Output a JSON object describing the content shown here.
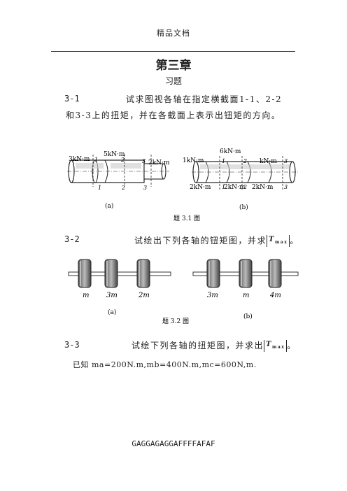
{
  "header": {
    "watermark": "精品文档"
  },
  "chapter": {
    "title": "第三章",
    "subtitle": "习题"
  },
  "problems": [
    {
      "num": "3-1",
      "line1": "试求图视各轴在指定横截面1-1、2-2",
      "line2": "和3-3上的扭矩，并在各截面上表示出钮矩的方向。"
    },
    {
      "num": "3-2",
      "text": "试绘出下列各轴的钮矩图，并求",
      "end": "。"
    },
    {
      "num": "3-3",
      "text": "试绘下列各轴的扭矩图，并求出",
      "end": "。",
      "given": "已知 ma=200N.m,mb=400N.m,mc=600N,m."
    }
  ],
  "tmax_symbol": {
    "main": "T",
    "sub": "max"
  },
  "figure1": {
    "a": {
      "left_load": "3kN·m",
      "mid_load": "5kN·m",
      "right_load": "2kN·m",
      "label": "(a)",
      "sections": [
        "1",
        "2",
        "3"
      ]
    },
    "b": {
      "load1": "1kN·m",
      "load2": "6kN·m",
      "load3": "kN·m",
      "load4": "2kN·m",
      "load5": "2kN·m",
      "load6": "2kN·m",
      "label": "(b)",
      "sections": [
        "1",
        "2",
        "3"
      ]
    },
    "caption": "题 3.1 图"
  },
  "figure2": {
    "a": {
      "m1": "m",
      "m2": "3m",
      "m3": "2m",
      "label": "(a)"
    },
    "b": {
      "m1": "3m",
      "m2": "m",
      "m3": "4m",
      "label": "(b)"
    },
    "caption": "题 3.2 图"
  },
  "footer": {
    "text": "GAGGAGAGGAFFFFAFAF"
  }
}
